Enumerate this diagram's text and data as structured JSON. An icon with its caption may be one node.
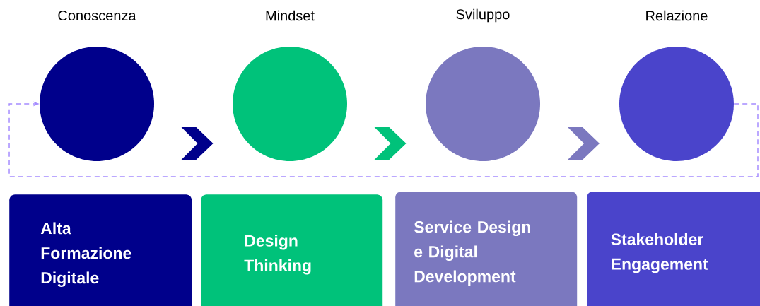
{
  "diagram": {
    "nodes": [
      {
        "text": [
          "Conoscenza"
        ]
      },
      {
        "text": [
          "Mindset"
        ]
      },
      {
        "text": [
          "Sviluppo"
        ]
      },
      {
        "text": [
          "Relazione"
        ]
      },
      {
        "text": [
          "Alta Formazione Digitale"
        ]
      },
      {
        "text": [
          "Design Thinking"
        ]
      },
      {
        "text": [
          "Service Design e Digital Development"
        ]
      },
      {
        "text": [
          "Stakeholder Engagement"
        ]
      }
    ],
    "edges": [
      {
        "from": 0,
        "to": 1,
        "arrow": "to",
        "color": "#00008b"
      },
      {
        "from": 1,
        "to": 2,
        "arrow": "to",
        "color": "#00c27a"
      },
      {
        "from": 2,
        "to": 3,
        "arrow": "to",
        "color": "#7b78bf"
      },
      {
        "from": 3,
        "to": 0,
        "arrow": "to",
        "style": "dashed",
        "color": "#a58cff"
      }
    ]
  }
}
